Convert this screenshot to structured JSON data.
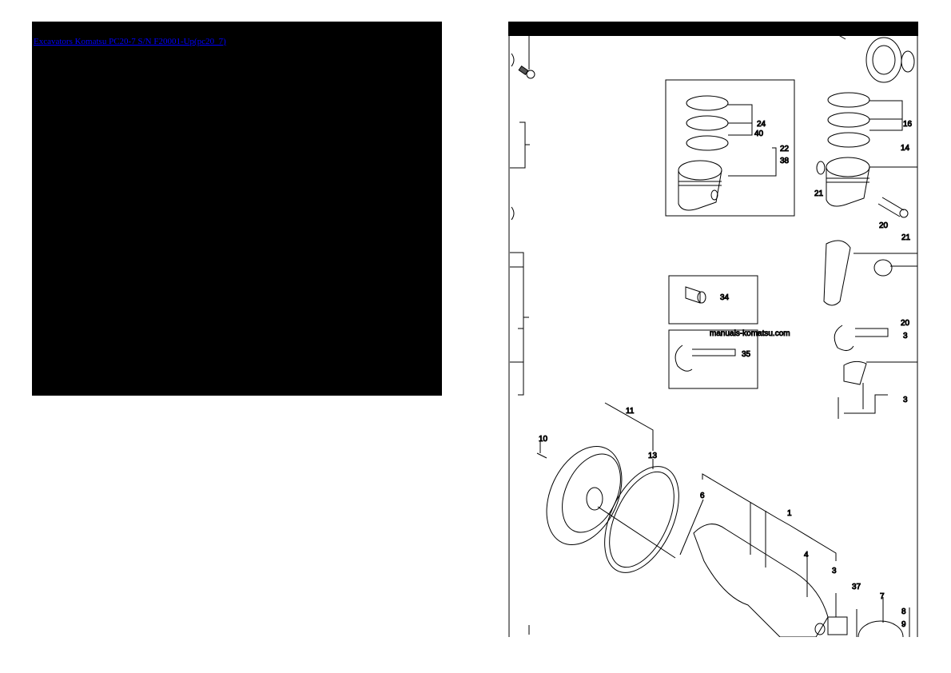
{
  "document_link": {
    "text": "Excavators Komatsu PC20-7 S/N F20001-Up(pc20_7)",
    "color": "#0000ff"
  },
  "diagram": {
    "watermark": "manuals-komatsu.com",
    "callouts": {
      "c24": "24",
      "c40": "40",
      "c22": "22",
      "c38": "38",
      "c16": "16",
      "c14": "14",
      "c21": "21",
      "c20a": "20",
      "c21b": "21",
      "c34": "34",
      "c35": "35",
      "c20b": "20",
      "c3a": "3",
      "c3b": "3",
      "c11": "11",
      "c10": "10",
      "c13": "13",
      "c6": "6",
      "c1": "1",
      "c4": "4",
      "c3": "3",
      "c37": "37",
      "c7": "7",
      "c8": "8",
      "c9": "9"
    },
    "label_color": "#1a1ad6"
  }
}
